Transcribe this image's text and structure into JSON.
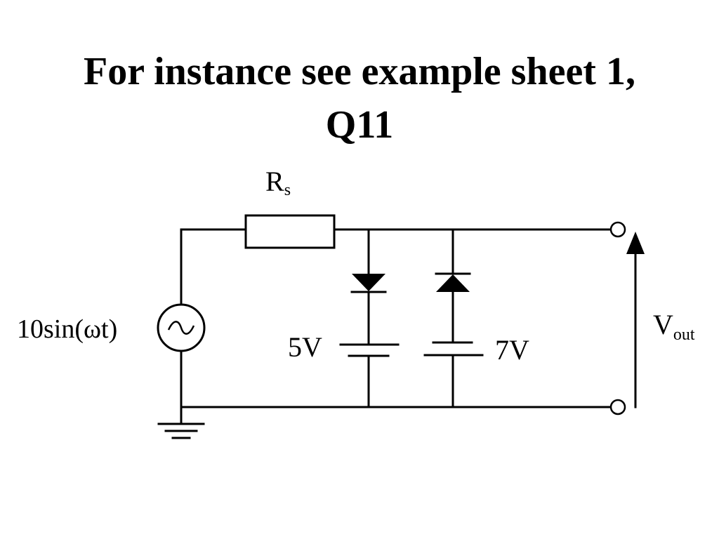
{
  "slide": {
    "title_line1": "For instance see example sheet 1,",
    "title_line2": "Q11"
  },
  "circuit": {
    "resistor_label": "R",
    "resistor_subscript": "s",
    "source_label": "10sin(ωt)",
    "battery1_label": "5V",
    "battery2_label": "7V",
    "vout_label": "V",
    "vout_subscript": "out"
  }
}
